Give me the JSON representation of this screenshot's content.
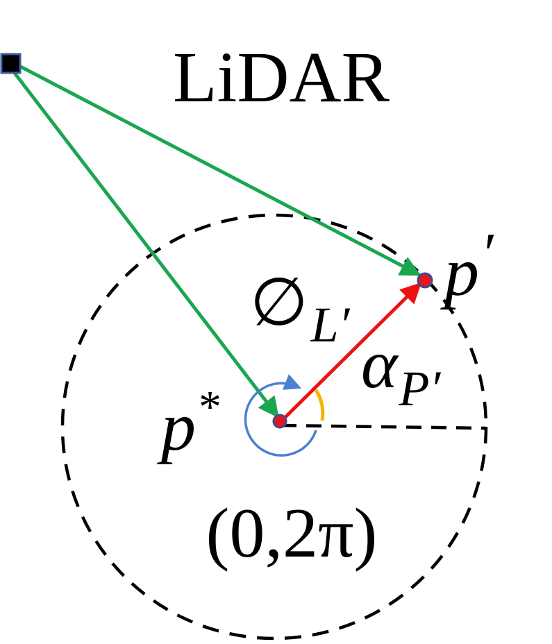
{
  "labels": {
    "title": "LiDAR",
    "point_prime_base": "p",
    "point_prime_mark": "′",
    "point_star_base": "p",
    "point_star_mark": "*",
    "phi_base": "∅",
    "phi_sub": "L′",
    "alpha_base": "α",
    "alpha_sub": "P′",
    "range": "(0,2π)"
  },
  "colors": {
    "ray": "#1aa64f",
    "vector": "#ee1111",
    "circle": "#000000",
    "point_fill": "#e8161b",
    "point_stroke": "#3a4c8c",
    "rotation_arrow": "#4a7fd4",
    "angle_arc": "#f5b400",
    "lidar_fill": "#000000",
    "lidar_stroke": "#3a5a9a"
  }
}
